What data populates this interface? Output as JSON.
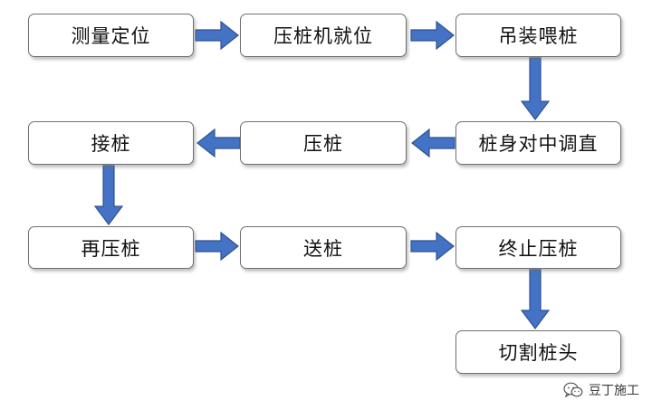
{
  "flowchart": {
    "steps": {
      "measure": "测量定位",
      "machine_position": "压桩机就位",
      "hoist_feed": "吊装喂桩",
      "align": "桩身对中调直",
      "press": "压桩",
      "splice": "接桩",
      "repress": "再压桩",
      "send": "送桩",
      "final_press": "终止压桩",
      "cut_head": "切割桩头"
    },
    "colors": {
      "arrow_fill": "#4472c4",
      "box_border": "#6f6f6f"
    }
  },
  "watermark": {
    "icon": "wechat-icon",
    "text": "豆丁施工"
  }
}
